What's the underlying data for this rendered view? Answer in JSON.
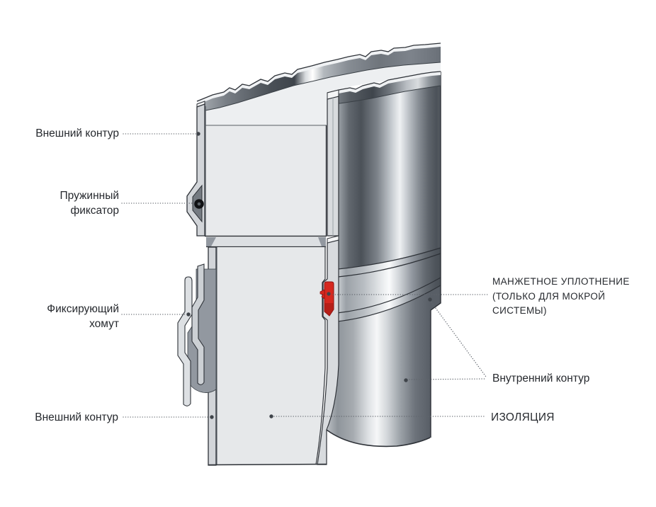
{
  "callouts": {
    "outer_contour_top": {
      "lines": [
        "Внешний контур"
      ]
    },
    "spring_latch": {
      "lines": [
        "Пружинный",
        "фиксатор"
      ]
    },
    "fixing_clamp": {
      "lines": [
        "Фиксирующий",
        "хомут"
      ]
    },
    "outer_contour_bottom": {
      "lines": [
        "Внешний контур"
      ]
    },
    "cuff_seal": {
      "lines": [
        "МАНЖЕТНОЕ УПЛОТНЕНИЕ",
        "(ТОЛЬКО ДЛЯ МОКРОЙ",
        "СИСТЕМЫ)"
      ]
    },
    "inner_contour": {
      "lines": [
        "Внутренний контур"
      ]
    },
    "insulation": {
      "lines": [
        "ИЗОЛЯЦИЯ"
      ]
    }
  },
  "colors": {
    "background": "#ffffff",
    "text": "#26292e",
    "outline": "#2d3137",
    "leader": "#61666d",
    "accent_gasket": "#d6281f",
    "metal_light": "#e8eaec",
    "metal_dark": "#4a5057"
  }
}
